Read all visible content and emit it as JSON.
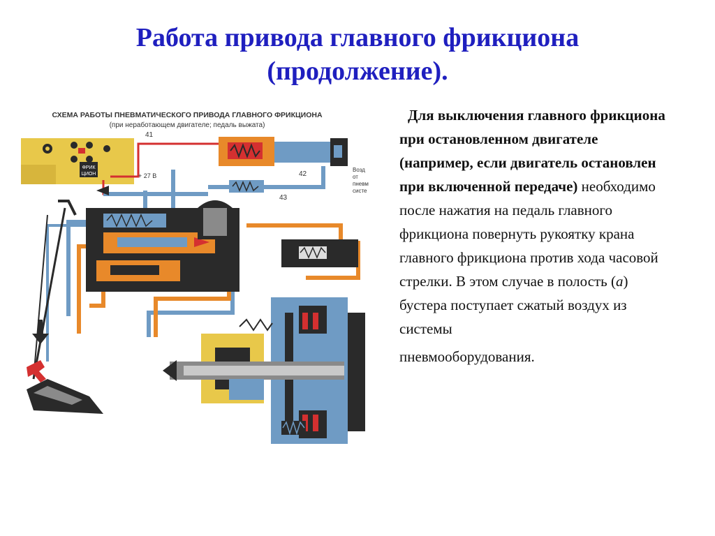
{
  "slide": {
    "title_line1": "Работа привода главного фрикциона",
    "title_line2": "(продолжение).",
    "colors": {
      "title": "#1f1fbf",
      "orange": "#e8892a",
      "blue": "#6f9bc4",
      "dark": "#2a2a2a",
      "yellow": "#e8c84a",
      "red": "#d43030"
    }
  },
  "figure": {
    "caption1": "СХЕМА РАБОТЫ ПНЕВМАТИЧЕСКОГО ПРИВОДА ГЛАВНОГО ФРИКЦИОНА",
    "caption2": "(при неработающем двигателе; педаль выжата)",
    "label_41": "41",
    "label_42": "42",
    "label_43": "43",
    "label_27v": "+ 27 В",
    "label_frik": "ФРИК",
    "label_cion": "ЦИОН",
    "label_vozd": "Возд",
    "label_ot": "от",
    "label_pnevm": "пневм",
    "label_sist": "систе"
  },
  "text": {
    "bold_part": "Для выключения главного фрикциона при остановленном двигателе (например, если двигатель остановлен при включенной передаче)",
    "normal_part1": " необходимо после нажатия на педаль главного фрикциона повернуть рукоятку крана главного фрикциона против хода часовой стрелки. В этом случае в полость (",
    "italic_a": "а",
    "normal_part2": ") бустера поступает сжатый воздух из системы",
    "last_line": "пневмооборудования."
  }
}
